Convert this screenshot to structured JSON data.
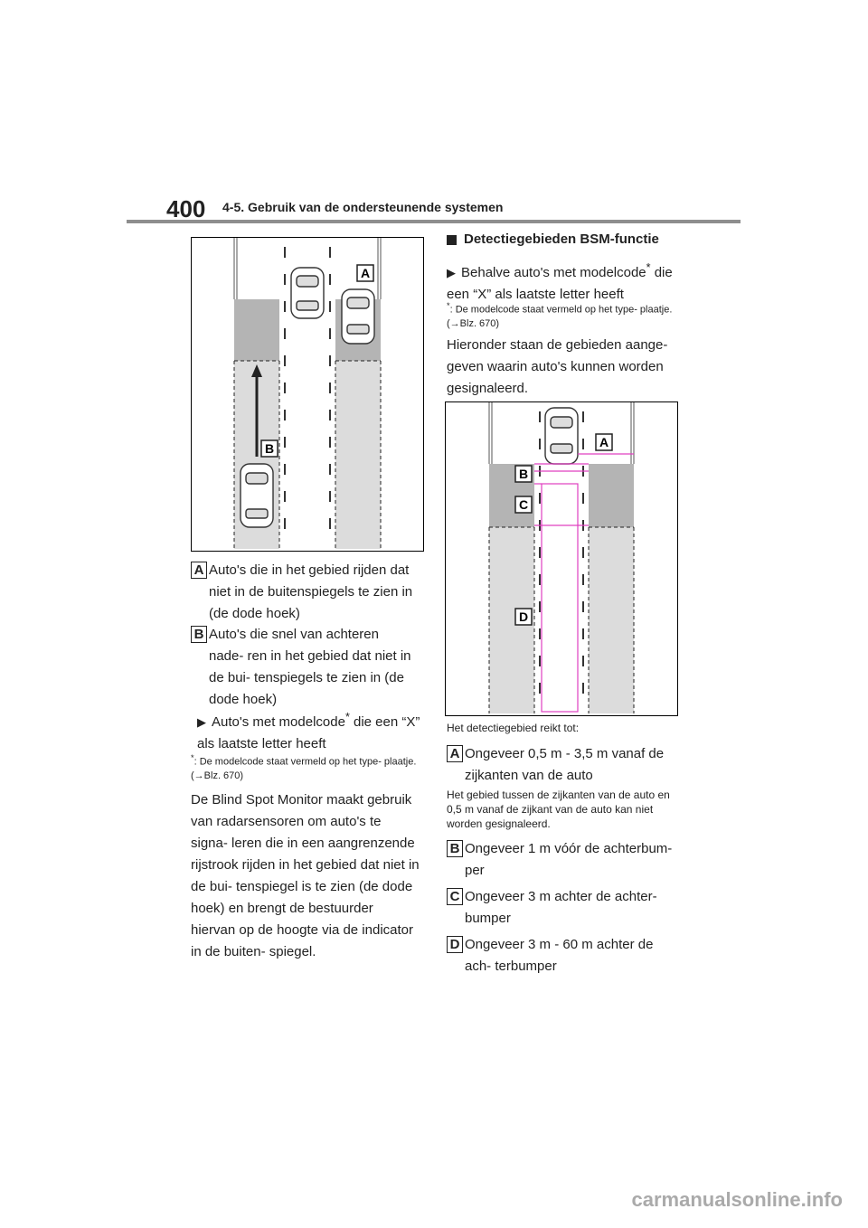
{
  "header": {
    "page_number": "400",
    "chapter": "4-5. Gebruik van de ondersteunende systemen"
  },
  "left": {
    "fig_labels": {
      "a": "A",
      "b": "B"
    },
    "items": [
      {
        "label": "A",
        "text": "Auto's die in het gebied rijden dat niet in de buitenspiegels te zien in (de dode hoek)"
      },
      {
        "label": "B",
        "text": "Auto's die snel van achteren nade- ren in het gebied dat niet in de bui- tenspiegels te zien in (de dode hoek)"
      }
    ],
    "bullet": "Auto's met modelcode",
    "bullet_star": "*",
    "bullet_rest": "die een “X” als laatste letter heeft",
    "footnote": ":  De modelcode staat vermeld op het type- plaatje. (→Blz. 670)",
    "paragraph": "De Blind Spot Monitor maakt gebruik van radarsensoren om auto's te signa- leren die in een aangrenzende rijstrook rijden in het gebied dat niet in de bui- tenspiegel is te zien (de dode hoek) en brengt de bestuurder hiervan op de hoogte via de indicator in de buiten- spiegel."
  },
  "right": {
    "section_title": "Detectiegebieden BSM-functie",
    "bullet": "Behalve auto's met modelcode",
    "bullet_star": "*",
    "bullet_rest": "die een “X” als laatste letter heeft",
    "footnote": ":  De modelcode staat vermeld op het type- plaatje. (→Blz. 670)",
    "intro": "Hieronder staan de gebieden aange- geven waarin auto's kunnen worden gesignaleerd.",
    "fig_labels": {
      "a": "A",
      "b": "B",
      "c": "C",
      "d": "D"
    },
    "caption": "Het detectiegebied reikt tot:",
    "items": [
      {
        "label": "A",
        "text": "Ongeveer 0,5 m - 3,5 m vanaf de zijkanten van de auto"
      },
      {
        "label": "B",
        "text": "Ongeveer 1 m vóór de achterbum- per"
      },
      {
        "label": "C",
        "text": "Ongeveer 3 m achter de achter- bumper"
      },
      {
        "label": "D",
        "text": "Ongeveer 3 m - 60 m achter de ach- terbumper"
      }
    ],
    "note_a": "Het gebied tussen de zijkanten van de auto en 0,5 m vanaf de zijkant van de auto kan niet worden gesignaleerd."
  },
  "watermark": "carmanualsonline.info",
  "colors": {
    "zone_dark": "#b4b4b4",
    "zone_light": "#dcdcdc",
    "magenta": "#e040c0"
  }
}
